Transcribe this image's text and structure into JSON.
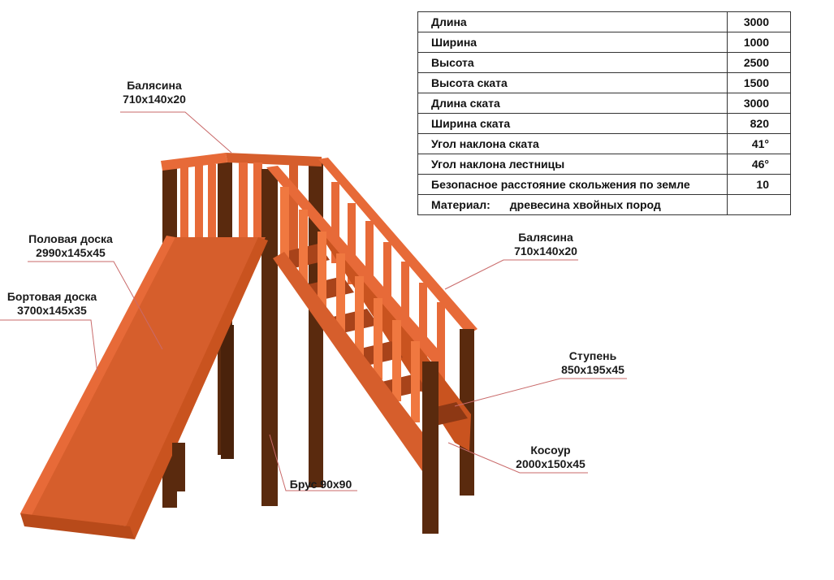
{
  "specs": {
    "rows": [
      {
        "label": "Длина",
        "value": "3000"
      },
      {
        "label": "Ширина",
        "value": "1000"
      },
      {
        "label": "Высота",
        "value": "2500"
      },
      {
        "label": "Высота ската",
        "value": "1500"
      },
      {
        "label": "Длина ската",
        "value": "3000"
      },
      {
        "label": "Ширина ската",
        "value": "820"
      },
      {
        "label": "Угол наклона ската",
        "value": "41°"
      },
      {
        "label": "Угол наклона лестницы",
        "value": "46°"
      },
      {
        "label": "Безопасное расстояние скольжения по земле",
        "value": "10"
      }
    ],
    "material_label": "Материал:",
    "material_value": "древесина хвойных пород"
  },
  "labels": {
    "baluster_top": {
      "name": "Балясина",
      "size": "710x140x20"
    },
    "baluster_right": {
      "name": "Балясина",
      "size": "710x140x20"
    },
    "floor_board": {
      "name": "Половая доска",
      "size": "2990x145x45"
    },
    "side_board": {
      "name": "Бортовая доска",
      "size": "3700x145x35"
    },
    "step": {
      "name": "Ступень",
      "size": "850x195x45"
    },
    "stringer": {
      "name": "Косоур",
      "size": "2000x150x45"
    },
    "beam": {
      "text": "Брус 90x90"
    }
  },
  "colors": {
    "wood_light": "#e76a38",
    "wood_mid": "#c9531f",
    "wood_dark": "#a8431a",
    "post_dark": "#5a2a0e",
    "leader_line": "#c96a6a"
  }
}
